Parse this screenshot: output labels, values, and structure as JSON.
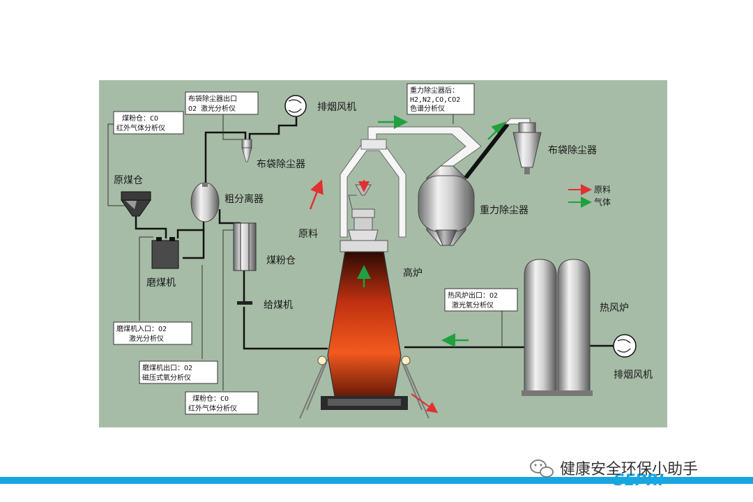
{
  "labels": {
    "exhaust_fan_top": "排烟风机",
    "bag_filter_left": "布袋除尘器",
    "raw_coal_bin": "原煤仓",
    "coarse_separator": "粗分离器",
    "coal_mill": "磨煤机",
    "pulverized_coal_bin": "煤粉仓",
    "coal_feeder": "给煤机",
    "raw_material": "原料",
    "blast_furnace": "高炉",
    "gravity_dust_collector": "重力除尘器",
    "bag_filter_right": "布袋除尘器",
    "hot_blast_stove": "热风炉",
    "exhaust_fan_right": "排烟风机"
  },
  "analyzer_boxes": {
    "bag_filter_outlet": [
      "布袋除尘器出口",
      "O2 激光分析仪"
    ],
    "coal_bin_co": [
      "煤粉仓：CO",
      "红外气体分析仪"
    ],
    "gravity_after": [
      "重力除尘器后：",
      "H2,N2,CO,CO2",
      "色谱分析仪"
    ],
    "hot_stove_outlet": [
      "热风炉出口：O2",
      "激光氧分析仪"
    ],
    "mill_inlet": [
      "磨煤机入口：O2",
      "激光分析仪"
    ],
    "mill_outlet": [
      "磨煤机出口：O2",
      "磁压式氧分析仪"
    ],
    "pulverized_bin_co": [
      "煤粉仓：CO",
      "红外气体分析仪"
    ]
  },
  "legend": [
    {
      "label": "原料",
      "color": "#e03030"
    },
    {
      "label": "气体",
      "color": "#20a040"
    }
  ],
  "watermark": {
    "text": "健康安全环保小助手",
    "brand": "SEPRI",
    "icon": "wechat-icon"
  },
  "colors": {
    "panel": "#a6bca6",
    "furnace": "#e8501c",
    "bar": "#18a6e0"
  }
}
